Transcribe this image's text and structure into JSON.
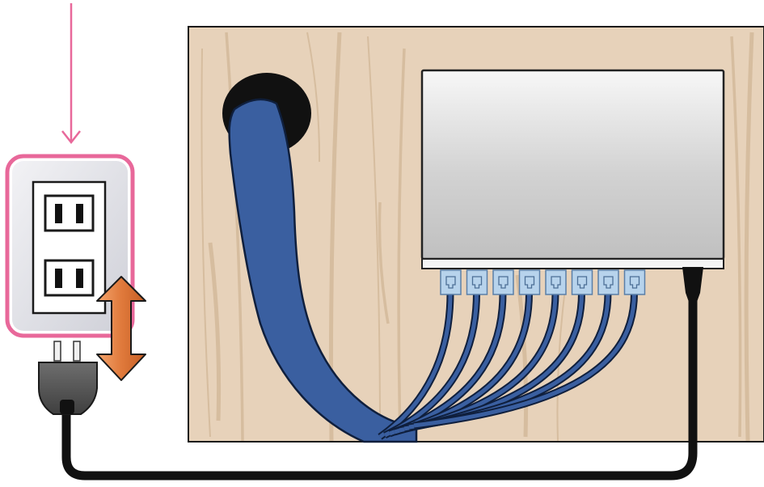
{
  "colors": {
    "highlight": "#e8689a",
    "wood_light": "#e7d2ba",
    "wood_dark": "#c9ab88",
    "cable_bundle": "#3a5fa0",
    "switch_body": "#d9d9d9",
    "port_blue": "#b7d3ec",
    "power_cord": "#111111",
    "arrow_orange": "#e07a3c",
    "outlet_plate": "#dfe0e6",
    "plug": "#555555"
  },
  "parts": {
    "switch_port_count": 8,
    "outlet_socket_count": 2,
    "arrow_direction": "vertical-bidirectional"
  },
  "icons": [
    "down-arrow-icon",
    "double-arrow-icon"
  ]
}
